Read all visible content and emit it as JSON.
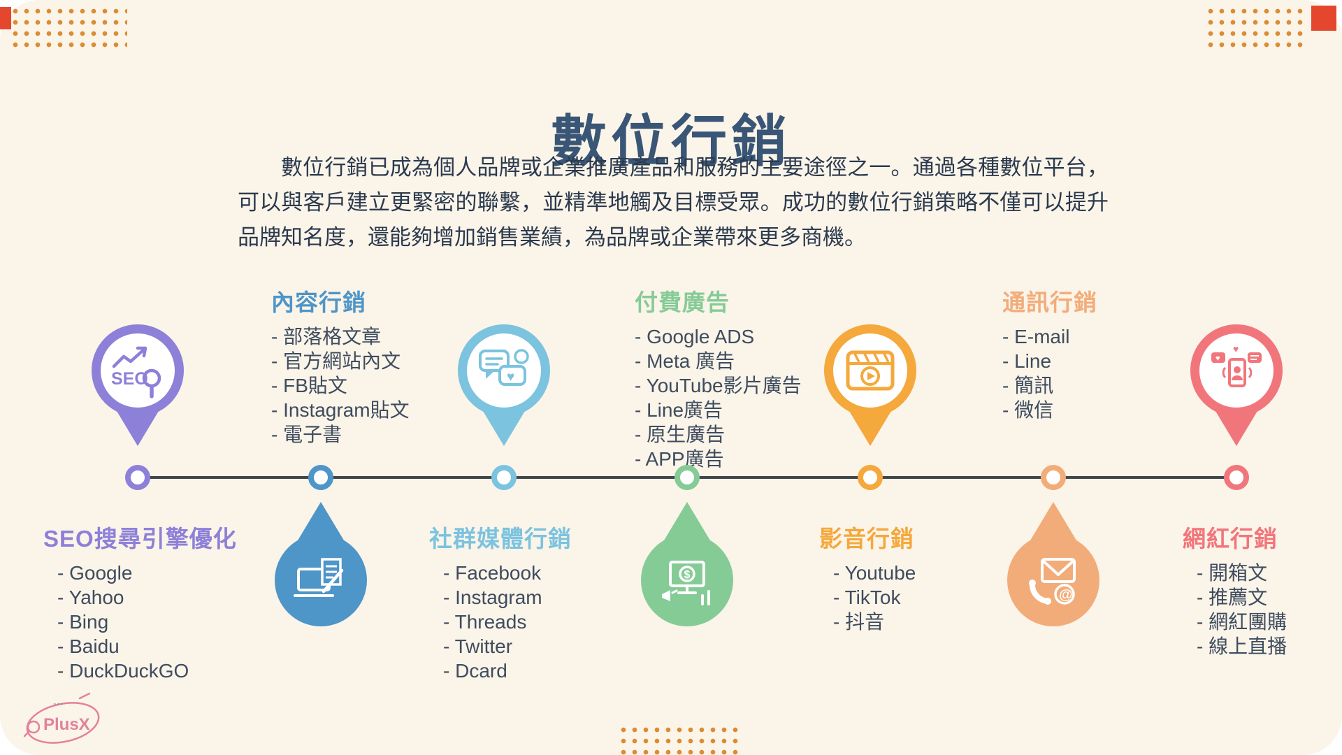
{
  "page": {
    "title": "數位行銷",
    "intro": "數位行銷已成為個人品牌或企業推廣產品和服務的主要途徑之一。通過各種數位平台，可以與客戶建立更緊密的聯繫，並精準地觸及目標受眾。成功的數位行銷策略不僅可以提升品牌知名度，還能夠增加銷售業績，為品牌或企業帶來更多商機。"
  },
  "logo": {
    "text": "PlusX",
    "dots": "..."
  },
  "icons": {
    "seo_text": "SEO",
    "dollar": "$",
    "at": "@",
    "heart": "♥"
  },
  "palette": {
    "background": "#FBF4E9",
    "title": "#3A5676",
    "body_text": "#3E4C5E",
    "timeline_line": "#43474B",
    "dots": "#DB8C33",
    "corner_square": "#E5472E",
    "purple": "#8D80D8",
    "blue": "#4E95C8",
    "cyan": "#7BC3DF",
    "green": "#85CB96",
    "orange": "#F5A83B",
    "peach": "#F2AC79",
    "coral": "#F1767C"
  },
  "categories": [
    {
      "name": "SEO搜尋引擎優化",
      "color": "#8D80D8",
      "icon": "seo-icon",
      "items": [
        "- Google",
        "- Yahoo",
        "- Bing",
        "- Baidu",
        "- DuckDuckGO"
      ]
    },
    {
      "name": "內容行銷",
      "color": "#4E95C8",
      "icon": "content-writing-icon",
      "items": [
        "- 部落格文章",
        "- 官方網站內文",
        "- FB貼文",
        "- Instagram貼文",
        "- 電子書"
      ]
    },
    {
      "name": "社群媒體行銷",
      "color": "#7BC3DF",
      "icon": "chat-bubbles-icon",
      "items": [
        "- Facebook",
        "- Instagram",
        "- Threads",
        "- Twitter",
        "- Dcard"
      ]
    },
    {
      "name": "付費廣告",
      "color": "#85CB96",
      "icon": "ads-monitor-icon",
      "items": [
        "- Google ADS",
        "- Meta 廣告",
        "- YouTube影片廣告",
        "- Line廣告",
        "- 原生廣告",
        "- APP廣告"
      ]
    },
    {
      "name": "影音行銷",
      "color": "#F5A83B",
      "icon": "clapperboard-icon",
      "items": [
        "- Youtube",
        "- TikTok",
        "- 抖音"
      ]
    },
    {
      "name": "通訊行銷",
      "color": "#F2AC79",
      "icon": "mail-phone-icon",
      "items": [
        "- E-mail",
        "- Line",
        "- 簡訊",
        "- 微信"
      ]
    },
    {
      "name": "網紅行銷",
      "color": "#F1767C",
      "icon": "influencer-phone-icon",
      "items": [
        "- 開箱文",
        "- 推薦文",
        "- 網紅團購",
        "- 線上直播"
      ]
    }
  ]
}
